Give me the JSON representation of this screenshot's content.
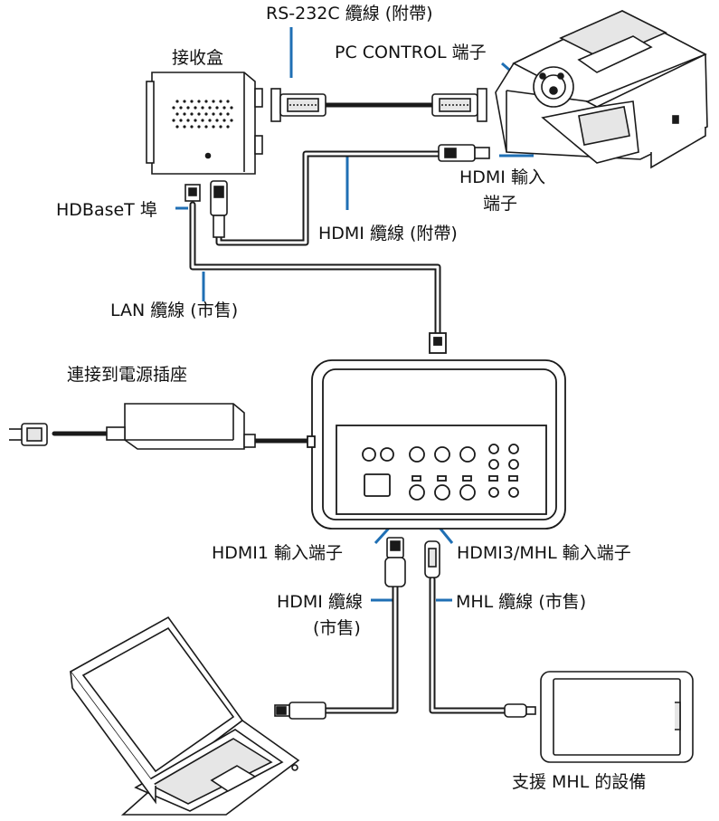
{
  "labels": {
    "rs232c_cable": "RS-232C 纜線 (附帶)",
    "receiver_box": "接收盒",
    "pc_control_port": "PC CONTROL 端子",
    "hdmi_input_port_line1": "HDMI 輸入",
    "hdmi_input_port_line2": "端子",
    "hdbaset_port": "HDBaseT 埠",
    "hdmi_cable_supplied": "HDMI 纜線 (附帶)",
    "lan_cable": "LAN 纜線 (市售)",
    "power_outlet": "連接到電源插座",
    "hdmi1_input_port": "HDMI1 輸入端子",
    "hdmi3_mhl_input_port": "HDMI3/MHL 輸入端子",
    "hdmi_cable_commercial_line1": "HDMI 纜線",
    "hdmi_cable_commercial_line2": "(市售)",
    "mhl_cable": "MHL 纜線 (市售)",
    "mhl_device": "支援 MHL 的設備"
  },
  "colors": {
    "line": "#1a1a1a",
    "leader": "#1f6fb4",
    "device_fill": "#ffffff",
    "shade": "#e6e6e6"
  }
}
